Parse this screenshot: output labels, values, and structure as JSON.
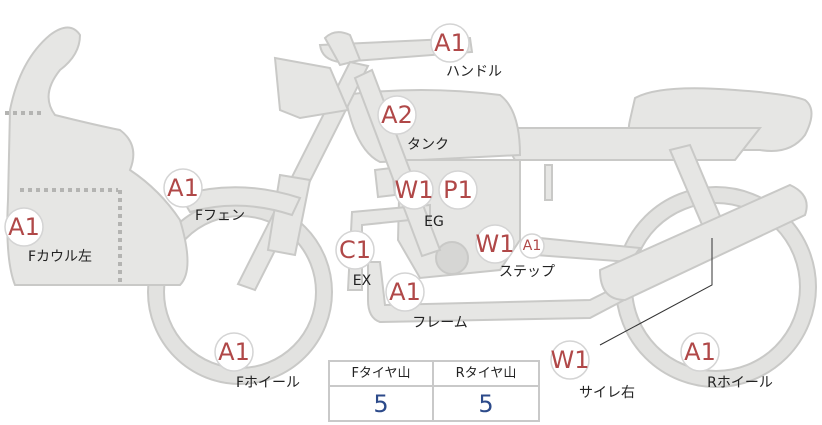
{
  "parts": {
    "handle": {
      "label": "ハンドル",
      "grade": "A1"
    },
    "tank": {
      "label": "タンク",
      "grade": "A2"
    },
    "f_fender": {
      "label": "Fフェン",
      "grade": "A1"
    },
    "f_cowl": {
      "label": "Fカウル左",
      "grade": "A1"
    },
    "engine": {
      "label": "EG",
      "grades": [
        "W1",
        "P1"
      ]
    },
    "exhaust": {
      "label": "EX",
      "grade": "C1"
    },
    "step": {
      "label": "ステップ",
      "grades": [
        "W1",
        "A1"
      ]
    },
    "frame": {
      "label": "フレーム",
      "grade": "A1"
    },
    "f_wheel": {
      "label": "Fホイール",
      "grade": "A1"
    },
    "silencer": {
      "label": "サイレ右",
      "grade": "W1"
    },
    "r_wheel": {
      "label": "Rホイール",
      "grade": "A1"
    }
  },
  "tread": {
    "front_label": "Fタイヤ山",
    "rear_label": "Rタイヤ山",
    "front_value": "5",
    "rear_value": "5"
  },
  "colors": {
    "grade_text": "#b04848",
    "tread_value": "#2c4a8a",
    "bike_fill": "#e6e6e4"
  }
}
